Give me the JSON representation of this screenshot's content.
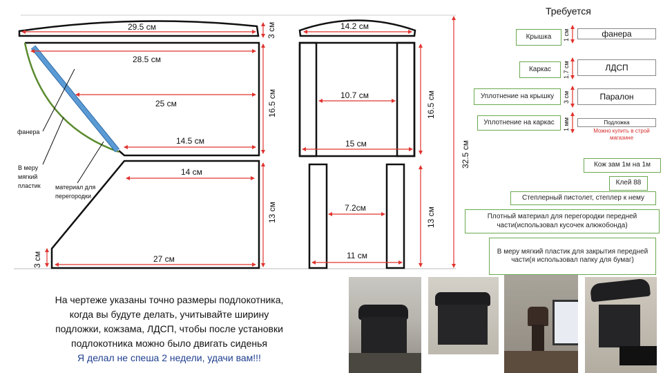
{
  "dims": {
    "lid_width": "29.5 см",
    "lid_height": "3 см",
    "top_width": "28.5 см",
    "mid_width": "25 см",
    "low_width": "14.5 см",
    "body_height": "16.5 см",
    "base_top": "14 см",
    "base_bottom": "27 см",
    "base_height": "13 см",
    "base_front": "3 см",
    "total_height": "32.5 см",
    "front_lid": "14.2 см",
    "front_inner": "10.7 см",
    "front_width": "15 см",
    "front_height": "16.5 см",
    "legs_inner": "7.2см",
    "legs_width": "11 см",
    "legs_height": "13 см"
  },
  "annotations": {
    "plywood": "фанера",
    "soft_plastic_1": "В меру",
    "soft_plastic_2": "мягкий",
    "soft_plastic_3": "пластик",
    "partition_1": "материал для",
    "partition_2": "перегородки"
  },
  "requirements": {
    "title": "Требуется",
    "rows": [
      {
        "label": "Крышка",
        "thickness": "1 см",
        "material": "фанера"
      },
      {
        "label": "Каркас",
        "thickness": "1.7 см",
        "material": "ЛДСП"
      },
      {
        "label": "Уплотнение на крышку",
        "thickness": "3 см",
        "material": "Паралон"
      },
      {
        "label": "Уплотнение на каркас",
        "thickness": "1 мм",
        "material": "Подложка"
      }
    ],
    "buy_note": "Можно купить в строй магазине",
    "items": [
      "Кож зам 1м на 1м",
      "Клей 88",
      "Степлерный пистолет, степлер к нему",
      "Плотный материал для перегородки передней части(использовал кусочек алюкобонда)",
      "В меру мягкий пластик для закрытия передней части(я использовал папку для бумаг)"
    ]
  },
  "caption": {
    "line1": "На чертеже указаны точно размеры подлокотника,",
    "line2": "когда вы будуте делать, учитывайте ширину",
    "line3": "подложки, кожзама, ЛДСП, чтобы после установки",
    "line4": "подлокотника можно было двигать сиденья",
    "line5": "Я делал не спеша 2 недели, удачи вам!!!"
  },
  "colors": {
    "outline": "#111111",
    "dimension": "#e0342f",
    "plywood_bar": "#5b9bd5",
    "plastic_curve": "#5a8a2e",
    "box_border": "#6aa84f",
    "note_red": "#d62c2c",
    "caption_blue": "#1f3f8f"
  }
}
